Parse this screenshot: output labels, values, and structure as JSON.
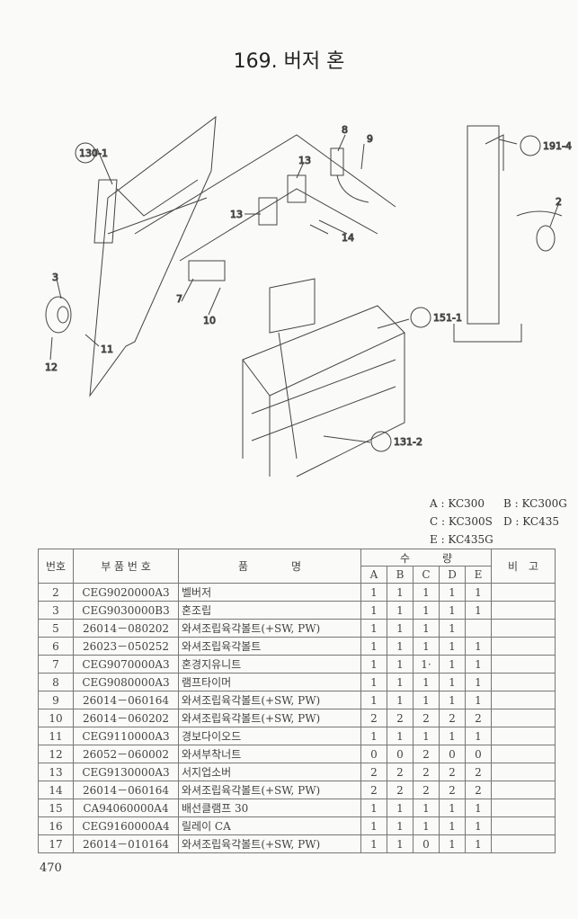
{
  "title": "169. 버저 혼",
  "page_number": "470",
  "callouts": [
    "130-1",
    "8",
    "9",
    "13",
    "13",
    "14",
    "3",
    "7",
    "10",
    "11",
    "12",
    "151-1",
    "131-2",
    "191-4",
    "2"
  ],
  "legend": [
    {
      "key": "A",
      "model": "A : KC300"
    },
    {
      "key": "B",
      "model": "B : KC300G"
    },
    {
      "key": "C",
      "model": "C : KC300S"
    },
    {
      "key": "D",
      "model": "D : KC435"
    },
    {
      "key": "E",
      "model": "E : KC435G"
    }
  ],
  "table": {
    "headers": {
      "no": "번호",
      "part_no": "부 품 번 호",
      "name": "품　　　　명",
      "qty": "수　　　량",
      "remark": "비　고",
      "cols": [
        "A",
        "B",
        "C",
        "D",
        "E"
      ]
    },
    "rows": [
      {
        "no": "2",
        "part": "CEG9020000A3",
        "name": "벨버저",
        "q": [
          "1",
          "1",
          "1",
          "1",
          "1"
        ]
      },
      {
        "no": "3",
        "part": "CEG9030000B3",
        "name": "혼조립",
        "q": [
          "1",
          "1",
          "1",
          "1",
          "1"
        ]
      },
      {
        "no": "5",
        "part": "26014－080202",
        "name": "와셔조립육각볼트(+SW, PW)",
        "q": [
          "1",
          "1",
          "1",
          "1",
          ""
        ]
      },
      {
        "no": "6",
        "part": "26023－050252",
        "name": "와셔조립육각볼트",
        "q": [
          "1",
          "1",
          "1",
          "1",
          "1"
        ]
      },
      {
        "no": "7",
        "part": "CEG9070000A3",
        "name": "혼경지유니트",
        "q": [
          "1",
          "1",
          "1·",
          "1",
          "1"
        ]
      },
      {
        "no": "8",
        "part": "CEG9080000A3",
        "name": "램프타이머",
        "q": [
          "1",
          "1",
          "1",
          "1",
          "1"
        ]
      },
      {
        "no": "9",
        "part": "26014－060164",
        "name": "와셔조립육각볼트(+SW, PW)",
        "q": [
          "1",
          "1",
          "1",
          "1",
          "1"
        ]
      },
      {
        "no": "10",
        "part": "26014－060202",
        "name": "와셔조립육각볼트(+SW, PW)",
        "q": [
          "2",
          "2",
          "2",
          "2",
          "2"
        ]
      },
      {
        "no": "11",
        "part": "CEG9110000A3",
        "name": "경보다이오드",
        "q": [
          "1",
          "1",
          "1",
          "1",
          "1"
        ]
      },
      {
        "no": "12",
        "part": "26052－060002",
        "name": "와셔부착너트",
        "q": [
          "0",
          "0",
          "2",
          "0",
          "0"
        ]
      },
      {
        "no": "13",
        "part": "CEG9130000A3",
        "name": "서지업소버",
        "q": [
          "2",
          "2",
          "2",
          "2",
          "2"
        ]
      },
      {
        "no": "14",
        "part": "26014－060164",
        "name": "와셔조립육각볼트(+SW, PW)",
        "q": [
          "2",
          "2",
          "2",
          "2",
          "2"
        ]
      },
      {
        "no": "15",
        "part": "CA94060000A4",
        "name": "배선클램프 30",
        "q": [
          "1",
          "1",
          "1",
          "1",
          "1"
        ]
      },
      {
        "no": "16",
        "part": "CEG9160000A4",
        "name": "릴레이 CA",
        "q": [
          "1",
          "1",
          "1",
          "1",
          "1"
        ]
      },
      {
        "no": "17",
        "part": "26014－010164",
        "name": "와셔조립육각볼트(+SW, PW)",
        "q": [
          "1",
          "1",
          "0",
          "1",
          "1"
        ]
      }
    ]
  }
}
